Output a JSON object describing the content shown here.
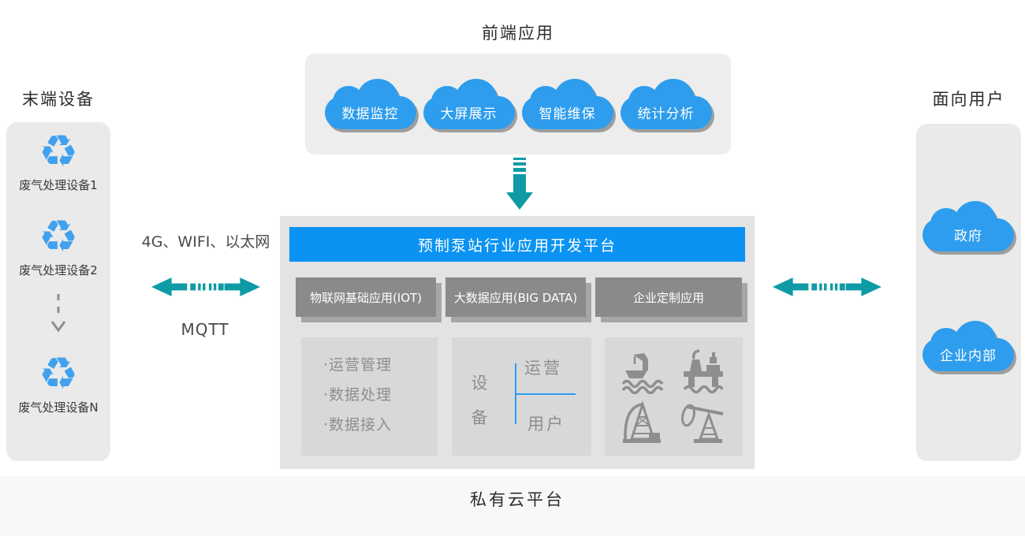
{
  "colors": {
    "header_blue": "#0a93f2",
    "cloud_blue": "#2e9ded",
    "teal_arrow": "#0f9ba5",
    "recycle_blue": "#41a1ee",
    "panel_line_blue": "#2e9cf0"
  },
  "frontend": {
    "title": "前端应用",
    "clouds": [
      "数据监控",
      "大屏展示",
      "智能维保",
      "统计分析"
    ]
  },
  "terminal": {
    "title": "末端设备",
    "recycle_glyph": "♻",
    "devices": [
      "废气处理设备1",
      "废气处理设备2",
      "废气处理设备N"
    ]
  },
  "left_link": {
    "protocols": "4G、WIFI、以太网",
    "mqtt": "MQTT"
  },
  "platform": {
    "header": "预制泵站行业应用开发平台",
    "tabs": [
      "物联网基础应用(IOT)",
      "大数据应用(BIG DATA)",
      "企业定制应用"
    ],
    "iot_panel": {
      "items": [
        "·运营管理",
        "·数据处理",
        "·数据接入"
      ]
    },
    "bigdata_panel": {
      "left_label": "设备",
      "top_label": "运营",
      "bottom_label": "用户"
    },
    "custom_panel": {
      "icons": [
        "crane-ship",
        "offshore-platform",
        "oil-derrick",
        "pumpjack"
      ]
    }
  },
  "users": {
    "title": "面向用户",
    "clouds": [
      "政府",
      "企业内部"
    ]
  },
  "footer": {
    "label": "私有云平台"
  }
}
